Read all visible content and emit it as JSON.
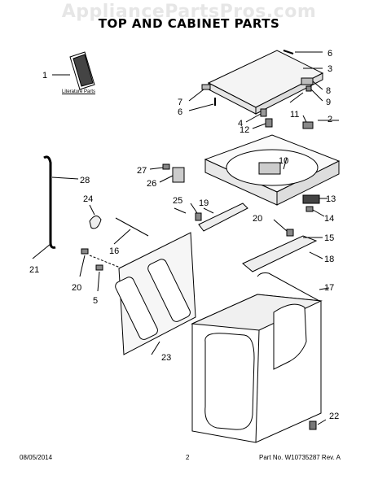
{
  "watermark": "AppliancePartsPros.com",
  "title": "TOP AND CABINET PARTS",
  "literature_label": "Literature Parts",
  "callouts": [
    "1",
    "6",
    "3",
    "7",
    "8",
    "6",
    "9",
    "4",
    "11",
    "2",
    "12",
    "10",
    "27",
    "26",
    "13",
    "25",
    "19",
    "14",
    "20",
    "15",
    "28",
    "24",
    "16",
    "18",
    "21",
    "20",
    "5",
    "17",
    "23",
    "22"
  ],
  "footer": {
    "date": "08/05/2014",
    "page": "2",
    "part_no": "Part No. W10735287  Rev. A"
  }
}
